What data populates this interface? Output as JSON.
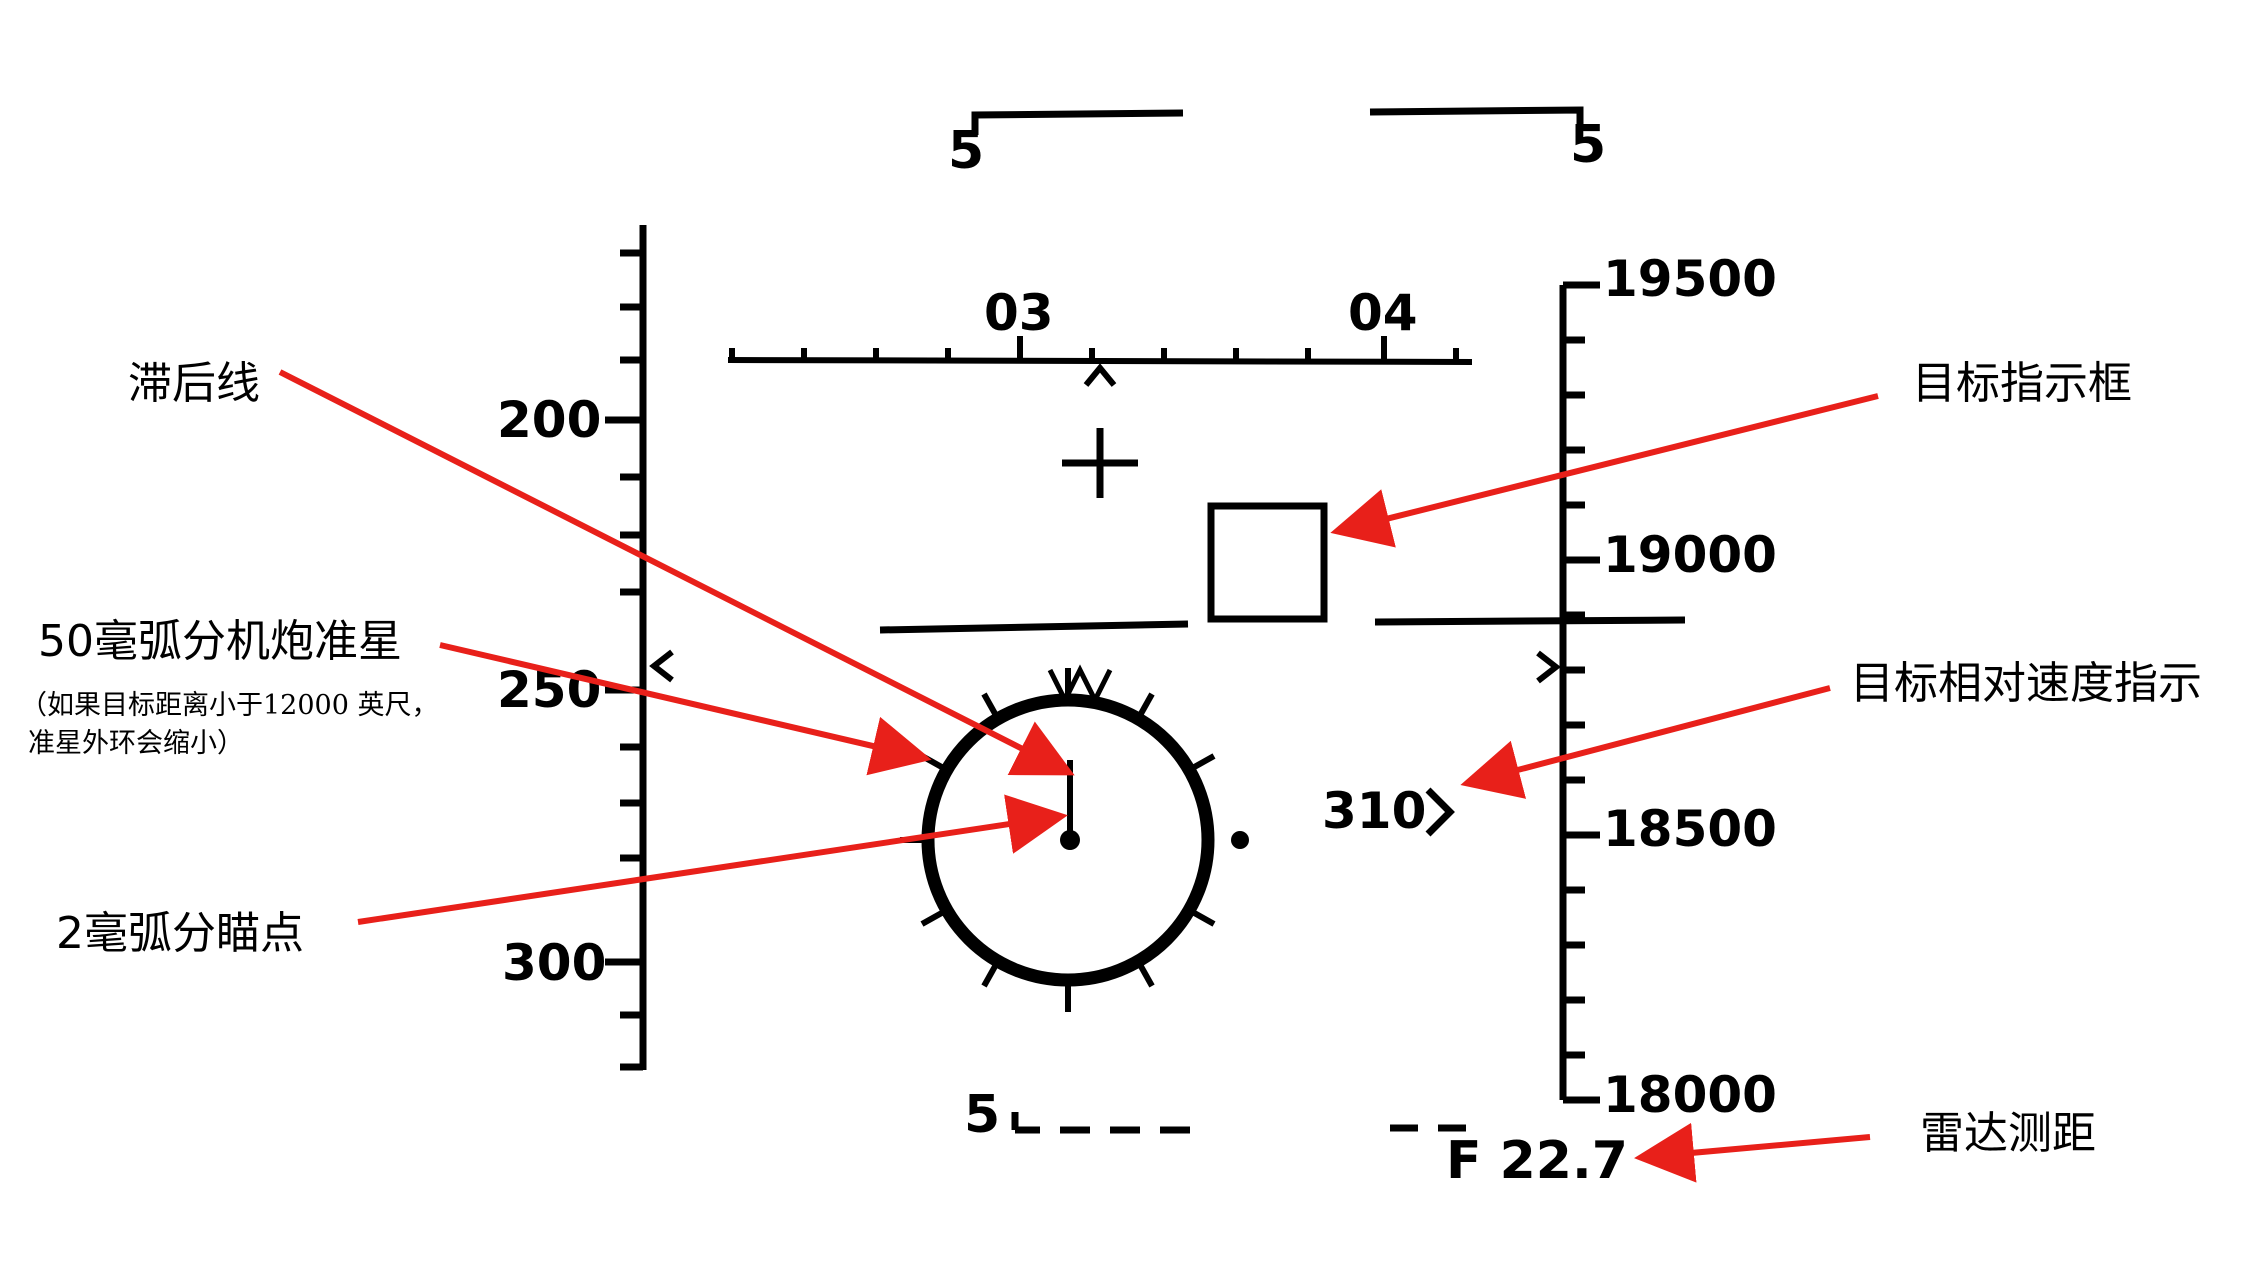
{
  "hud": {
    "pitch_top_left": "5",
    "pitch_top_right": "5",
    "pitch_bottom_left": "5",
    "heading_left": "03",
    "heading_right": "04",
    "airspeed": {
      "t200": "200",
      "t250": "250",
      "t300": "300"
    },
    "altitude": {
      "t19500": "19500",
      "t19000": "19000",
      "t18500": "18500",
      "t18000": "18000"
    },
    "closure_rate": "310",
    "radar_range": "F 22.7"
  },
  "annotations": {
    "lag_line": "滞后线",
    "gun_reticle": "50毫弧分机炮准星",
    "gun_reticle_note_1": "（如果目标距离小于12000 英尺，",
    "gun_reticle_note_2": "准星外环会缩小）",
    "pipper": "2毫弧分瞄点",
    "target_box": "目标指示框",
    "closure_indicator": "目标相对速度指示",
    "radar_range": "雷达测距"
  },
  "colors": {
    "symbology": "#000000",
    "callout": "#e8201a"
  }
}
